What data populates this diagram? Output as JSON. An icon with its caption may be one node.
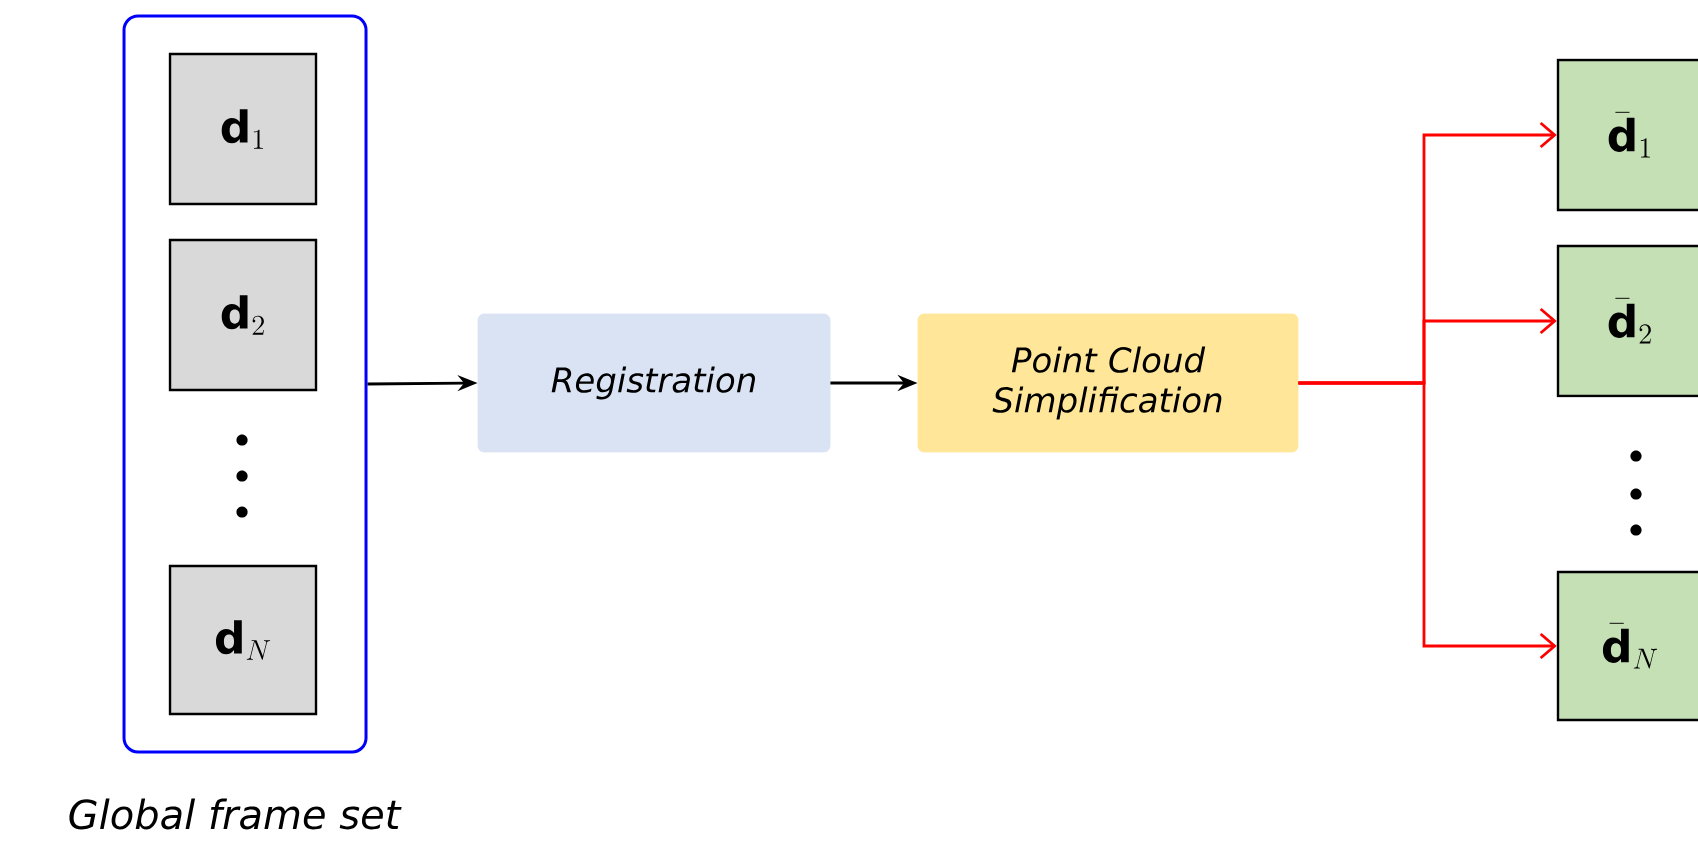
{
  "diagram": {
    "nodes": [
      {
        "text": [
          "Global frame set"
        ]
      },
      {
        "text": [
          "\\mathbf{d}_1"
        ],
        "in": 0
      },
      {
        "text": [
          "\\mathbf{d}_2"
        ],
        "in": 0
      },
      {
        "text": [
          "\\mathbf{d}_N"
        ],
        "in": 0
      },
      {
        "text": [
          "Registration"
        ]
      },
      {
        "text": [
          "Point Cloud Simplification"
        ]
      },
      {
        "text": [
          "\\bar{\\mathbf{d}}_1"
        ]
      },
      {
        "text": [
          "\\bar{\\mathbf{d}}_2"
        ]
      },
      {
        "text": [
          "\\bar{\\mathbf{d}}_N"
        ]
      }
    ],
    "edges": [
      {
        "from": 0,
        "to": 4,
        "arrow": "to",
        "color": "#000000"
      },
      {
        "from": 4,
        "to": 5,
        "arrow": "to",
        "color": "#000000"
      },
      {
        "from": 5,
        "to": 6,
        "arrow": "to",
        "color": "#ff0000"
      },
      {
        "from": 5,
        "to": 7,
        "arrow": "to",
        "color": "#ff0000"
      },
      {
        "from": 5,
        "to": 8,
        "arrow": "to",
        "color": "#ff0000"
      }
    ]
  }
}
